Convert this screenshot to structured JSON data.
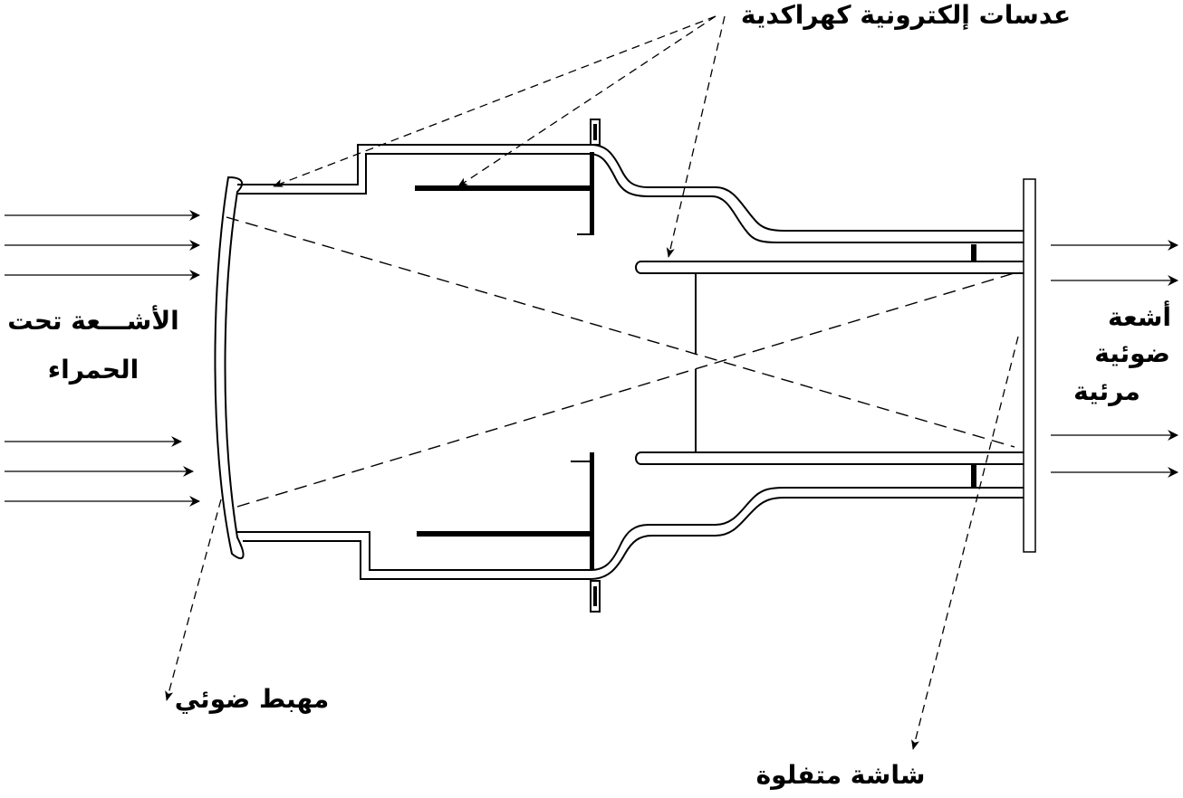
{
  "labels": {
    "lenses": "عدسات إلكترونية كهراكدية",
    "infrared_line1": "الأشـــعة تحت",
    "infrared_line2": "الحمراء",
    "visible_line1": "أشعة",
    "visible_line2": "ضوئية",
    "visible_line3": "مرئية",
    "photocathode": "مهبط ضوئي",
    "screen": "شاشة متفلوة"
  },
  "colors": {
    "ink": "#000000",
    "paper": "#ffffff"
  }
}
